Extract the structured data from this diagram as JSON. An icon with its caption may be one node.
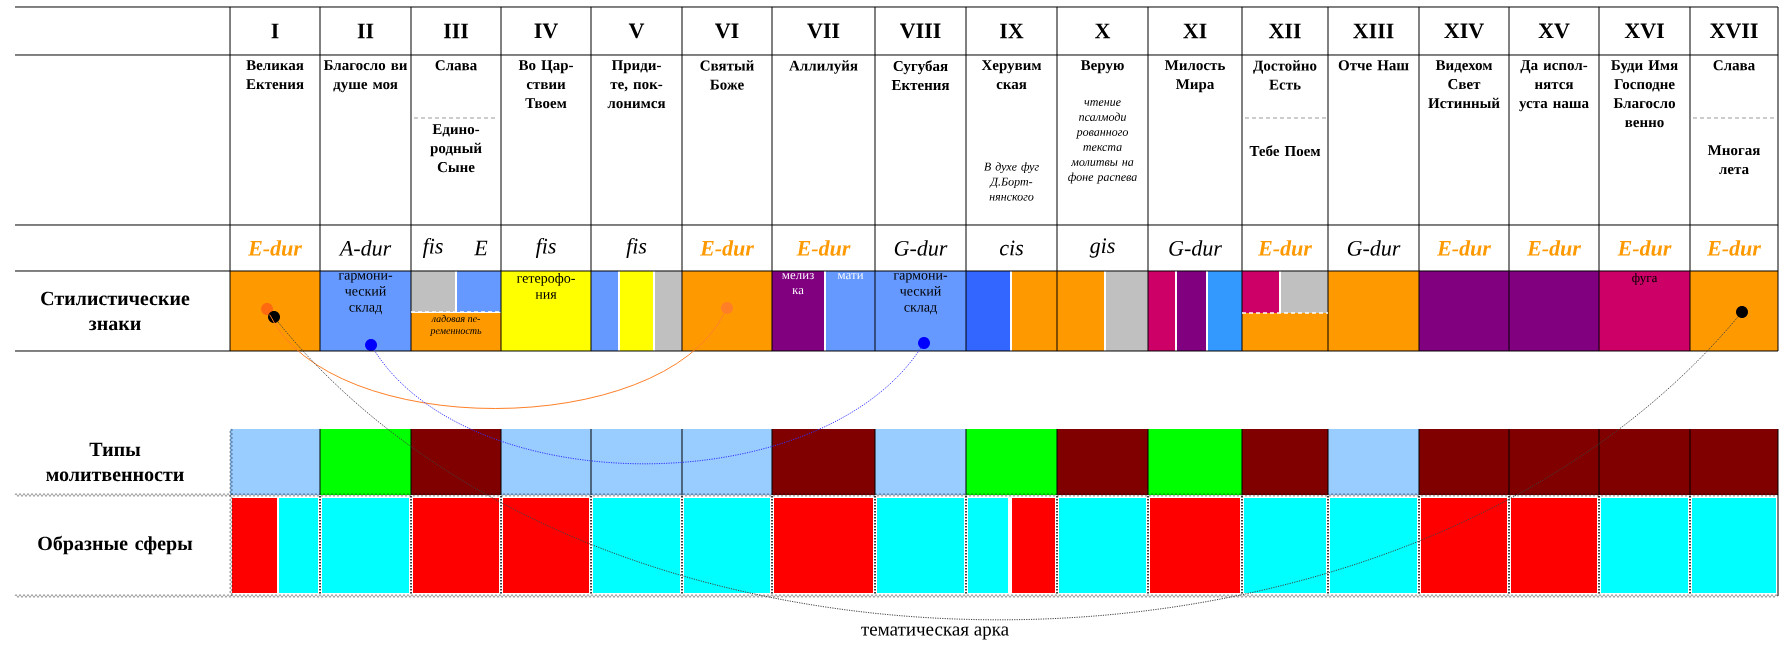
{
  "diagram": {
    "nodes": [
      {
        "text": [],
        "shape": "circle"
      },
      {
        "text": [],
        "shape": "circle"
      },
      {
        "text": [
          "гармони- ческий склад"
        ]
      },
      {
        "text": [],
        "shape": "circle",
        "in": 2
      },
      {
        "text": [
          "ладовая пе- ременность"
        ]
      },
      {
        "text": [
          "гетерофо- ния"
        ]
      },
      {
        "text": [],
        "shape": "circle"
      },
      {
        "text": [
          "мелиз ка"
        ]
      },
      {
        "text": [
          "мати"
        ]
      },
      {
        "text": [
          "гармони- ческий склад"
        ]
      },
      {
        "text": [],
        "shape": "circle",
        "in": 9
      },
      {
        "text": [
          "фуга"
        ]
      },
      {
        "text": [],
        "shape": "circle"
      }
    ],
    "edges": [
      {
        "from": 0,
        "to": 6,
        "arrow": "none",
        "color": "#ff7f27"
      },
      {
        "from": 3,
        "to": 10,
        "arrow": "none",
        "style": "dashed",
        "color": "#3333ff"
      },
      {
        "from": 1,
        "to": 12,
        "arrow": "none",
        "style": "dashed",
        "color": "#404040",
        "label": "тематическая арка"
      }
    ],
    "labels": [
      "I",
      "II",
      "III",
      "IV",
      "V",
      "VI",
      "VII",
      "VIII",
      "IX",
      "X",
      "XI",
      "XII",
      "XIII",
      "XIV",
      "XV",
      "XVI",
      "XVII",
      "Великая Ектения",
      "Благосло ви душе моя",
      "Слава",
      "Едино- родный Сыне",
      "Во Цар- ствии Твоем",
      "Приди- те, пок- лонимся",
      "Святый Боже",
      "Аллилуйя",
      "Сугубая Ектения",
      "Херувим ская",
      "В духе фуг Д.Борт- нянского",
      "Верую",
      "чтение псалмоди рованного текста молитвы на фоне распева",
      "Милость Мира",
      "Достойно Есть",
      "Тебе Поем",
      "Отче Наш",
      "Видехом Свет Истинный",
      "Да испол- нятся уста наша",
      "Буди Имя Господне Благосло венно",
      "Слава",
      "Многая лета",
      "E-dur",
      "A-dur",
      "fis",
      "E",
      "fis",
      "fis",
      "E-dur",
      "E-dur",
      "G-dur",
      "cis",
      "gis",
      "G-dur",
      "E-dur",
      "G-dur",
      "E-dur",
      "E-dur",
      "E-dur",
      "E-dur",
      "Стилистические знаки",
      "Типы молитвенности",
      "Образные сферы"
    ]
  }
}
